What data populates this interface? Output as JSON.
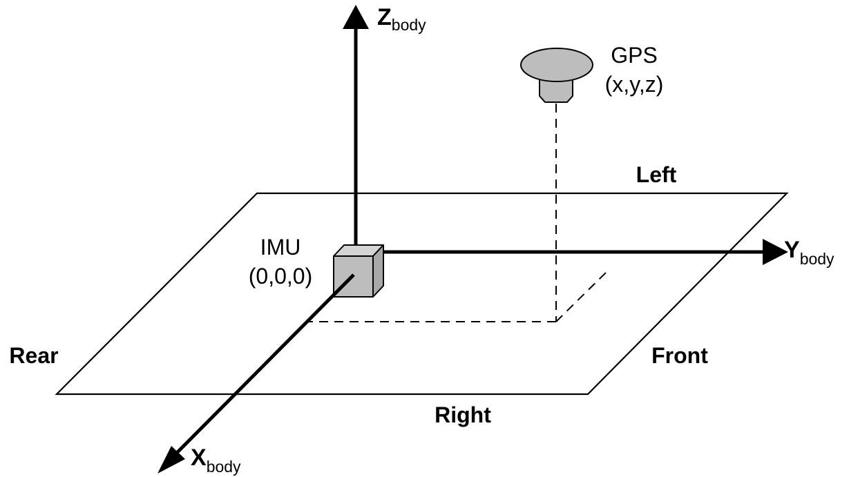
{
  "axes": {
    "z": {
      "letter": "Z",
      "subscript": "body"
    },
    "y": {
      "letter": "Y",
      "subscript": "body"
    },
    "x": {
      "letter": "X",
      "subscript": "body"
    }
  },
  "imu": {
    "name": "IMU",
    "coords": "(0,0,0)"
  },
  "gps": {
    "name": "GPS",
    "coords": "(x,y,z)"
  },
  "sides": {
    "left": "Left",
    "right": "Right",
    "front": "Front",
    "rear": "Rear"
  },
  "colors": {
    "stroke": "#000000",
    "component_fill": "#bdbdbd",
    "component_fill_light": "#d4d4d4",
    "component_fill_dark": "#a8a8a8"
  }
}
